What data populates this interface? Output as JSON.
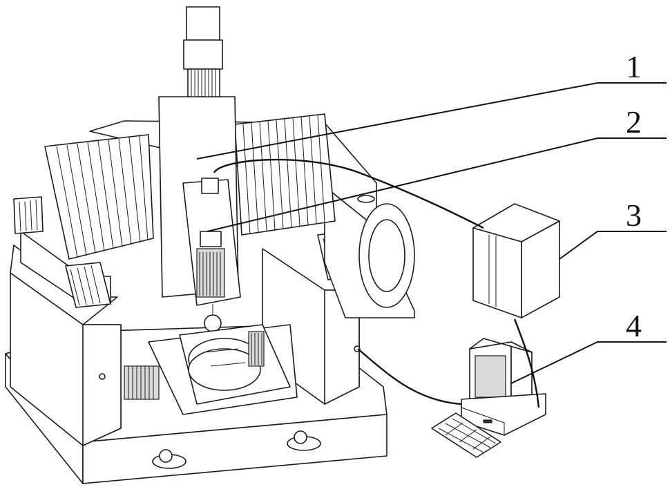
{
  "diagram": {
    "callouts": [
      {
        "id": "1",
        "label": "1"
      },
      {
        "id": "2",
        "label": "2"
      },
      {
        "id": "3",
        "label": "3"
      },
      {
        "id": "4",
        "label": "4"
      }
    ],
    "components": [
      {
        "name": "machine-tool",
        "icon": "cnc-machine-icon"
      },
      {
        "name": "spindle-probe",
        "icon": "probe-icon"
      },
      {
        "name": "controller-box",
        "icon": "controller-box-icon"
      },
      {
        "name": "computer",
        "icon": "computer-icon"
      }
    ],
    "colors": {
      "line": "#1a1a1a",
      "fill": "#ffffff",
      "shade": "#d9d9d9"
    }
  }
}
